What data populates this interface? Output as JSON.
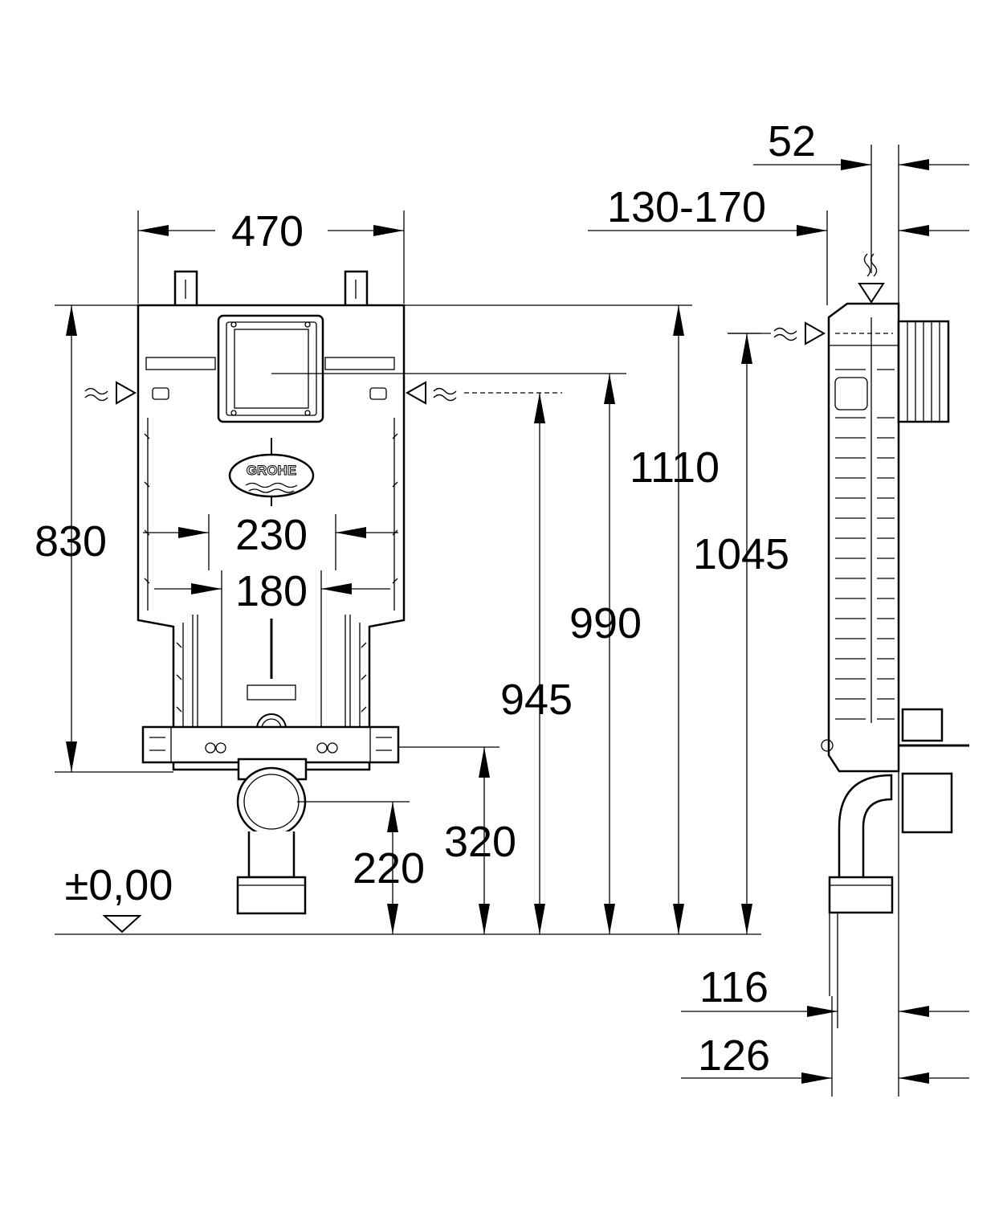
{
  "brand": {
    "logo_text": "GROHE"
  },
  "dimensions": {
    "frame_width": "470",
    "frame_height": "830",
    "inner_width_230": "230",
    "inner_width_180": "180",
    "outlet_height": "220",
    "bracket_height": "320",
    "height_945": "945",
    "height_990": "990",
    "height_1045": "1045",
    "height_1110": "1110",
    "floor_level": "±0,00",
    "depth_52": "52",
    "depth_range": "130-170",
    "depth_116": "116",
    "depth_126": "126"
  }
}
